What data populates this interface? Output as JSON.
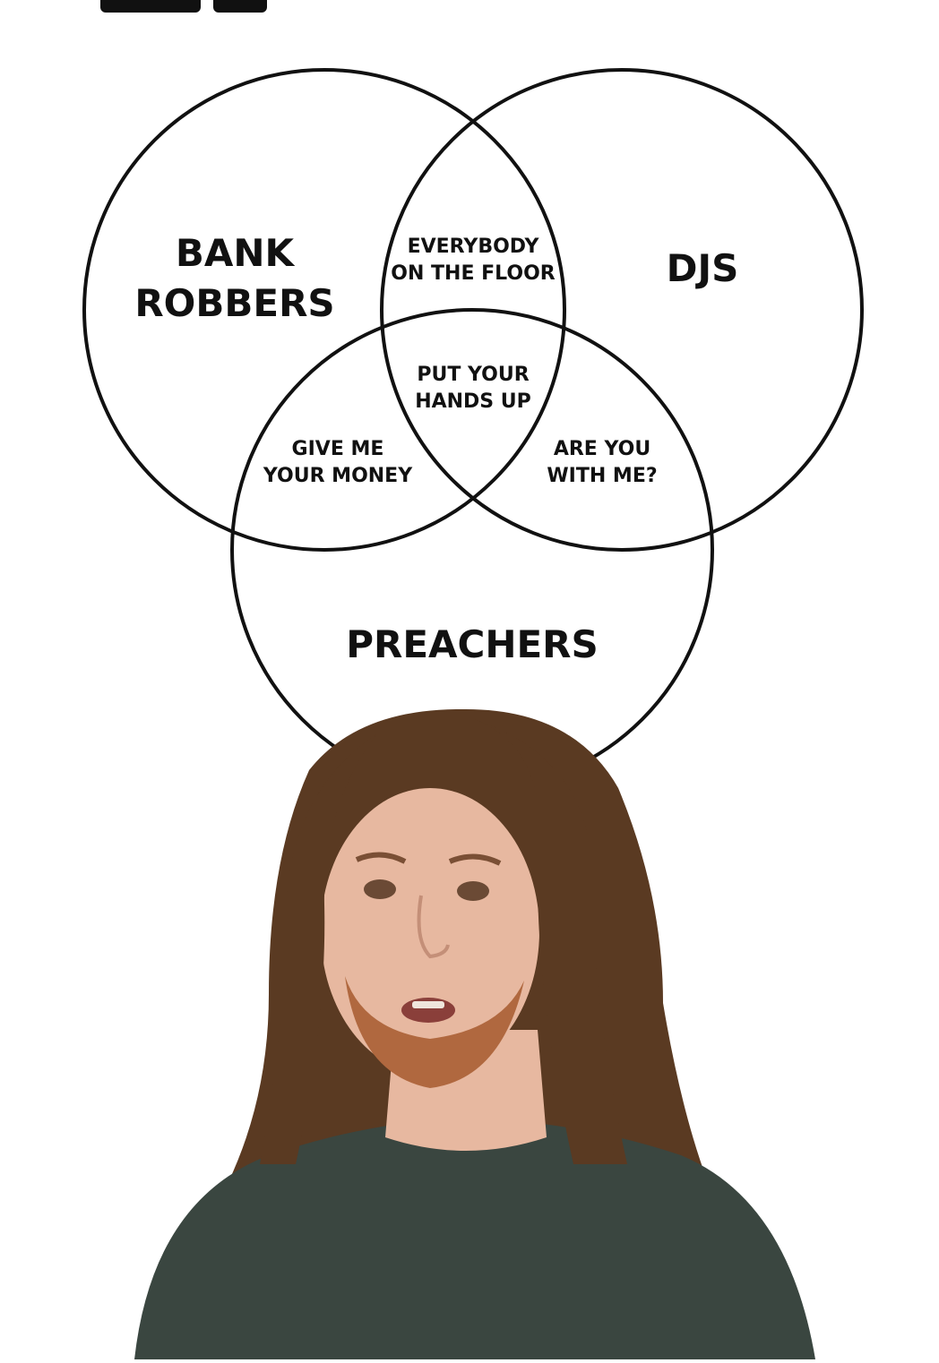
{
  "venn": {
    "sets": {
      "a": "BANK ROBBERS",
      "b": "DJS",
      "c": "PREACHERS"
    },
    "intersections": {
      "ab": "EVERYBODY ON THE FLOOR",
      "ac": "GIVE ME YOUR MONEY",
      "bc": "ARE YOU WITH ME?",
      "abc": "PUT YOUR HANDS UP"
    }
  },
  "colors": {
    "background": "#ffffff",
    "stroke": "#111111",
    "hair": "#5a3a22",
    "skin": "#e7b8a0",
    "shirt": "#3a4640"
  }
}
